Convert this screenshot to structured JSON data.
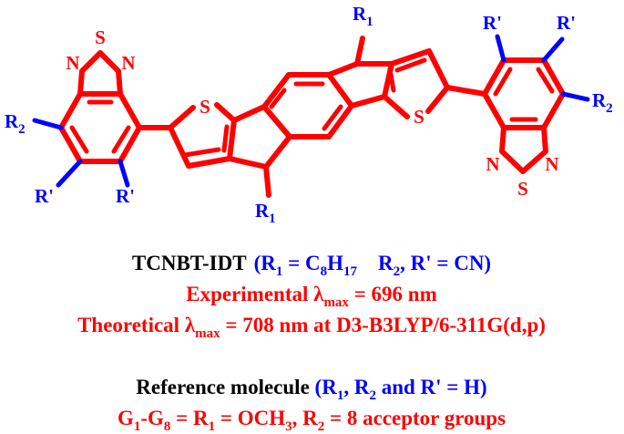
{
  "molecule": {
    "atoms": {
      "S": "S",
      "N": "N",
      "R1": "R",
      "R1_sub": "1",
      "R2": "R",
      "R2_sub": "2",
      "Rprime": "R'"
    }
  },
  "caption": {
    "line1": {
      "name": "TCNBT-IDT",
      "paren_open": "(R",
      "r1_sub": "1",
      "eq1": " = C",
      "c_sub": "8",
      "h": "H",
      "h_sub": "17",
      "gap": "    R",
      "r2_sub": "2",
      "rest": ", R' = CN)"
    },
    "line2": {
      "prefix": "Experimental λ",
      "sub": "max",
      "suffix": " = 696 nm"
    },
    "line3": {
      "prefix": "Theoretical λ",
      "sub": "max",
      "suffix": " = 708 nm at D3-B3LYP/6-311G(d,p)"
    },
    "line4": {
      "name": "Reference molecule",
      "paren_open": " (R",
      "r1_sub": "1",
      "mid": ", R",
      "r2_sub": "2",
      "rest": " and R' = H)"
    },
    "line5": {
      "g1": "G",
      "g1_sub": "1",
      "dash": "-G",
      "g8_sub": "8",
      "eq": " = R",
      "r1_sub": "1",
      "eq2": " = OCH",
      "ch3_sub": "3",
      "mid": ", R",
      "r2_sub": "2",
      "rest": " = 8 acceptor groups"
    }
  }
}
